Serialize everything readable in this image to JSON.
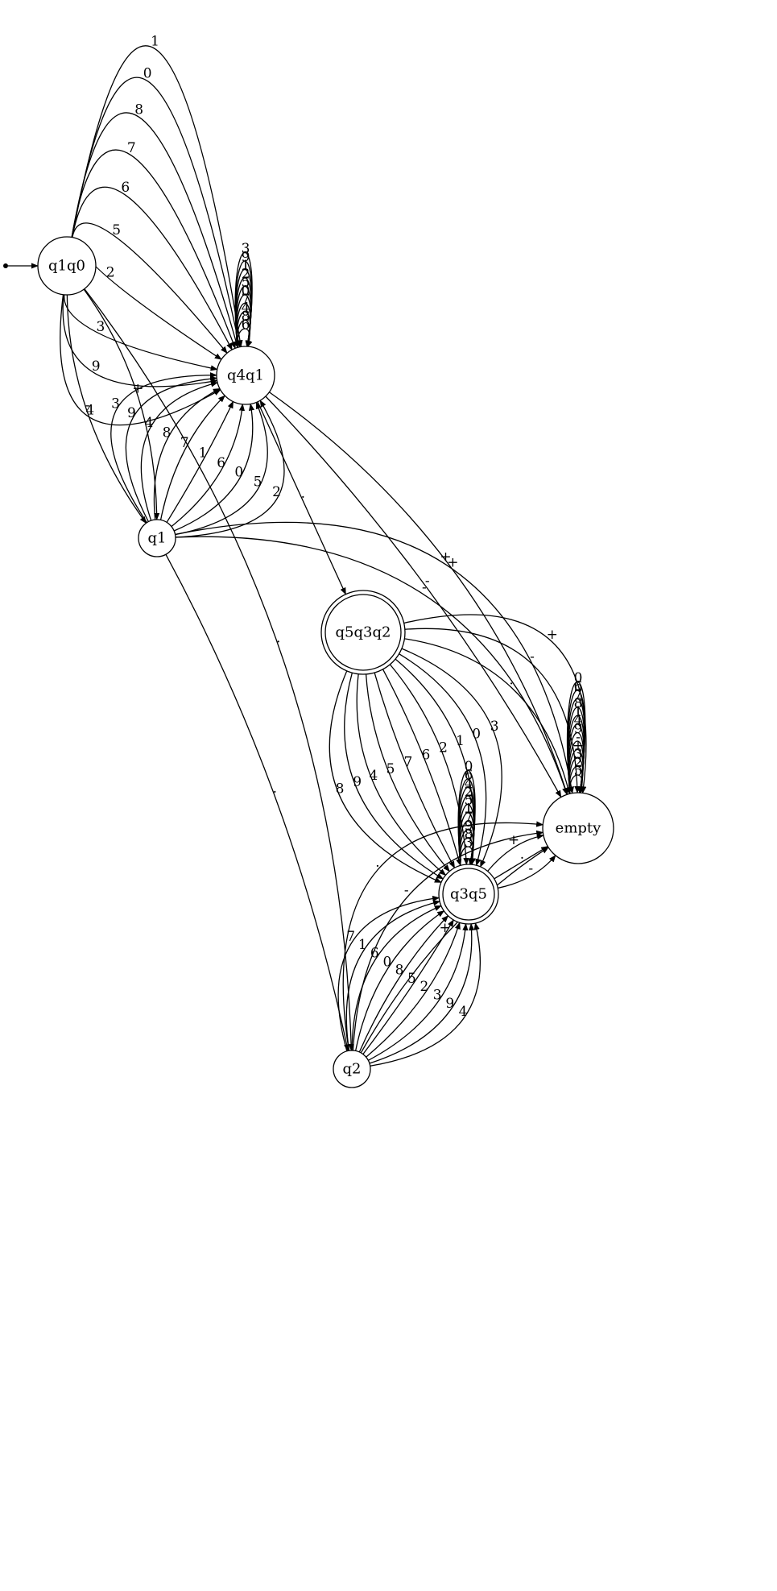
{
  "diagram": {
    "states": [
      {
        "id": "q1q0",
        "label": "q1q0",
        "accepting": false,
        "start": true
      },
      {
        "id": "q4q1",
        "label": "q4q1",
        "accepting": false
      },
      {
        "id": "q1",
        "label": "q1",
        "accepting": false
      },
      {
        "id": "q5q3q2",
        "label": "q5q3q2",
        "accepting": true
      },
      {
        "id": "q3q5",
        "label": "q3q5",
        "accepting": true
      },
      {
        "id": "q2",
        "label": "q2",
        "accepting": false
      },
      {
        "id": "empty",
        "label": "empty",
        "accepting": false
      }
    ],
    "transitions": [
      {
        "from": "q1q0",
        "to": "q4q1",
        "symbols": [
          "4",
          "9",
          "3",
          "2",
          "5",
          "6",
          "7",
          "8",
          "0",
          "1"
        ]
      },
      {
        "from": "q1q0",
        "to": "q1",
        "symbols": [
          "-",
          "+"
        ]
      },
      {
        "from": "q1q0",
        "to": "q2",
        "symbols": [
          "."
        ]
      },
      {
        "from": "q4q1",
        "to": "q4q1",
        "symbols": [
          "6",
          "8",
          "4",
          "7",
          "0",
          "5",
          "2",
          "1",
          "9",
          "3"
        ]
      },
      {
        "from": "q4q1",
        "to": "empty",
        "symbols": [
          "+",
          "-"
        ]
      },
      {
        "from": "q4q1",
        "to": "q5q3q2",
        "symbols": [
          "."
        ]
      },
      {
        "from": "q1",
        "to": "q4q1",
        "symbols": [
          "2",
          "5",
          "0",
          "6",
          "1",
          "7",
          "8",
          "4",
          "9",
          "3"
        ]
      },
      {
        "from": "q1",
        "to": "empty",
        "symbols": [
          "-",
          "+"
        ]
      },
      {
        "from": "q1",
        "to": "q2",
        "symbols": [
          "."
        ]
      },
      {
        "from": "q5q3q2",
        "to": "empty",
        "symbols": [
          "+",
          "-",
          "."
        ]
      },
      {
        "from": "q5q3q2",
        "to": "q3q5",
        "symbols": [
          "3",
          "0",
          "1",
          "2",
          "6",
          "7",
          "5",
          "4",
          "9",
          "8"
        ]
      },
      {
        "from": "q3q5",
        "to": "q3q5",
        "symbols": [
          "3",
          "8",
          "9",
          "7",
          "1",
          "5",
          "2",
          "4",
          "6",
          "0"
        ]
      },
      {
        "from": "q3q5",
        "to": "empty",
        "symbols": [
          "+",
          ".",
          "-"
        ]
      },
      {
        "from": "q2",
        "to": "q3q5",
        "symbols": [
          "4",
          "9",
          "3",
          "2",
          "5",
          "8",
          "0",
          "6",
          "1",
          "7"
        ]
      },
      {
        "from": "q2",
        "to": "empty",
        "symbols": [
          "+",
          "-",
          "."
        ]
      },
      {
        "from": "empty",
        "to": "empty",
        "symbols": [
          "5",
          "2",
          "3",
          "+",
          "-",
          "9",
          "4",
          "1",
          "8",
          "7",
          "6",
          "0"
        ]
      }
    ]
  }
}
